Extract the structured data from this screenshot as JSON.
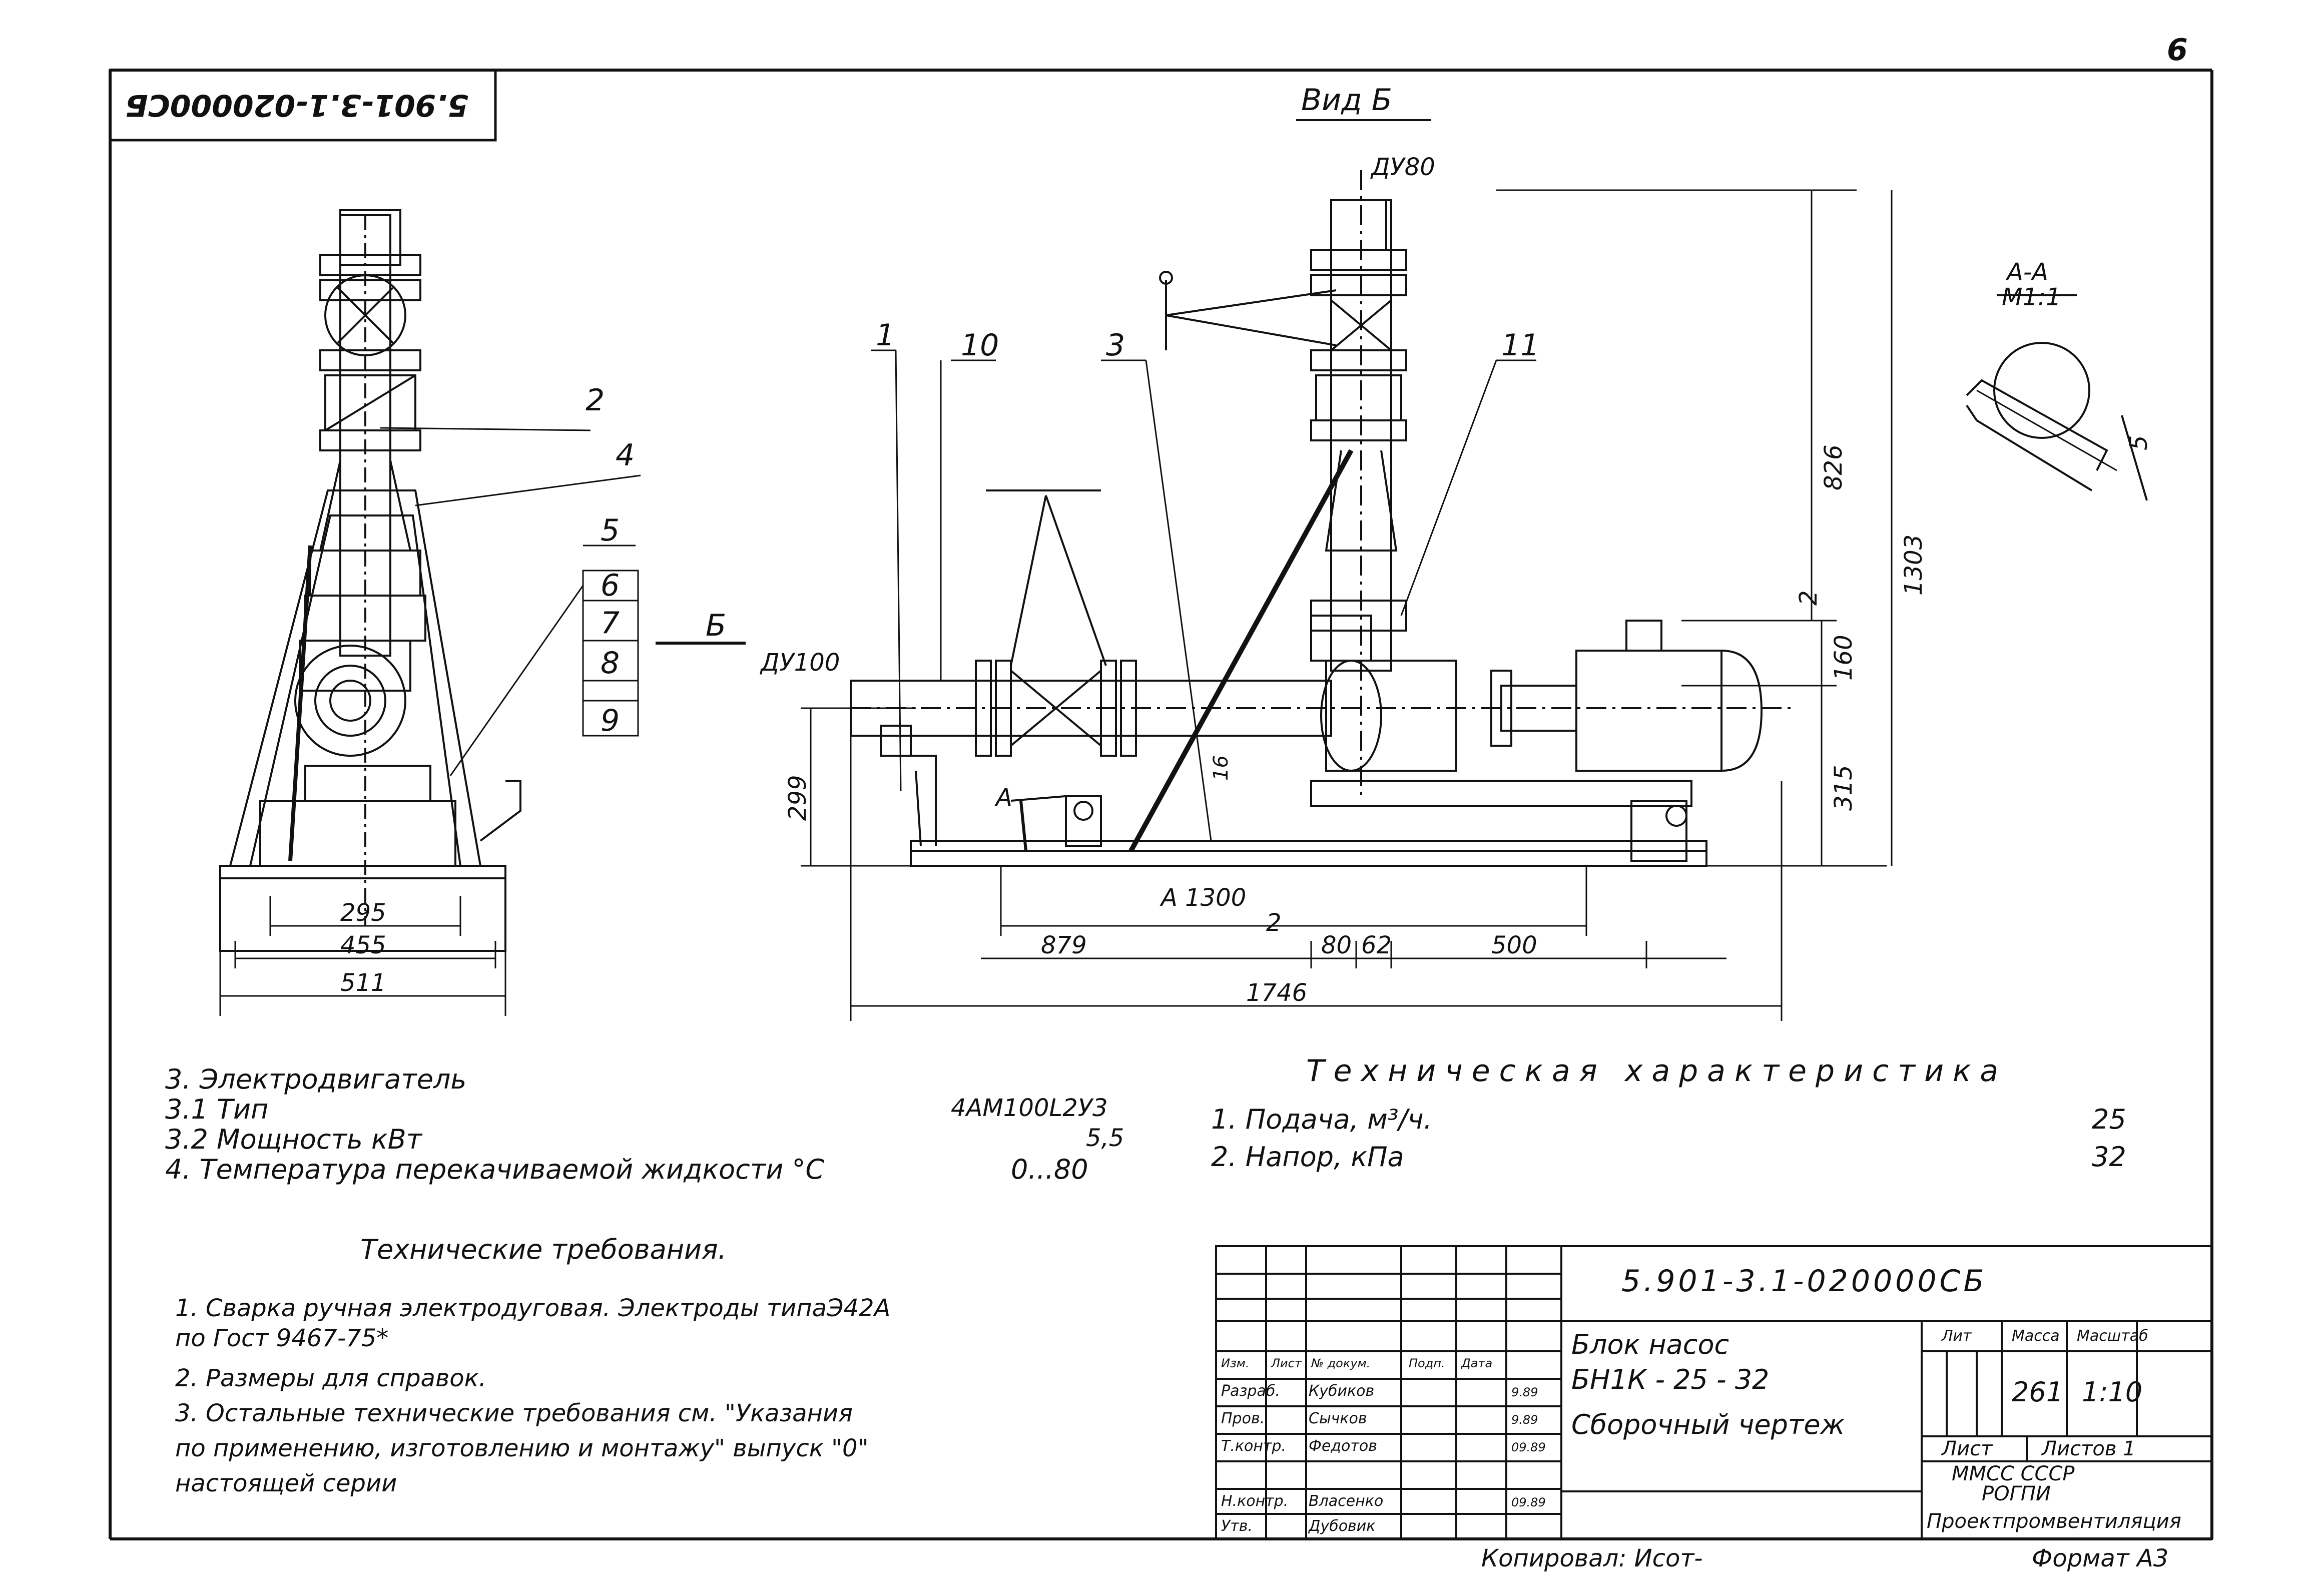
{
  "sheet": {
    "page_number": "6",
    "code_rotated": "5.901-3.1-020000СБ",
    "view_label": "Вид Б"
  },
  "side_view": {
    "callouts": [
      "2",
      "4",
      "5",
      "6",
      "7",
      "8",
      "9"
    ],
    "section_mark": "Б",
    "dims": {
      "d295": "295",
      "d455": "455",
      "d511": "511"
    }
  },
  "front_view": {
    "callouts": [
      "1",
      "10",
      "3",
      "11"
    ],
    "nozzles": {
      "outlet": "ДУ80",
      "inlet": "ДУ100"
    },
    "section_mark": "А",
    "section_label": "А 1300",
    "dims": {
      "d826": "826",
      "d1303": "1303",
      "d160": "160",
      "d315": "315",
      "d299": "299",
      "d16": "16",
      "d879": "879",
      "d80": "80",
      "d62": "62",
      "d500": "500",
      "d1746": "1746",
      "d2a": "2",
      "d2b": "2"
    }
  },
  "section_detail": {
    "title": "А-А",
    "scale": "М1:1",
    "weld": "5"
  },
  "spec_list": {
    "lines": [
      {
        "label": "3. Электродвигатель",
        "value": ""
      },
      {
        "label": "3.1  Тип",
        "value": "4АМ100L2У3"
      },
      {
        "label": "3.2  Мощность кВт",
        "value": "5,5"
      },
      {
        "label": "4. Температура перекачиваемой жидкости °С",
        "value": "0...80"
      }
    ]
  },
  "tech_characteristic": {
    "title": "Техническая характеристика",
    "rows": [
      {
        "label": "1. Подача, м³/ч.",
        "value": "25"
      },
      {
        "label": "2. Напор, кПа",
        "value": "32"
      }
    ]
  },
  "tech_requirements": {
    "title": "Технические требования.",
    "lines": [
      "1.  Сварка ручная электродуговая. Электроды типаЭ42А",
      "     по Гост 9467-75*",
      "2.  Размеры для справок.",
      "3.  Остальные технические требования см. \"Указания",
      "     по применению, изготовлению и монтажу\" выпуск \"0\"",
      "     настоящей серии"
    ]
  },
  "title_block": {
    "doc_code": "5.901-3.1-020000СБ",
    "name_lines": [
      "Блок насос",
      "БН1К - 25 - 32"
    ],
    "doc_type": "Сборочный чертеж",
    "col_headers": {
      "lit": "Лит",
      "mass": "Масса",
      "scale": "Масштаб"
    },
    "mass": "261",
    "scale": "1:10",
    "sheet": "Лист",
    "sheets": "Листов 1",
    "org_lines": [
      "ММСС СССР",
      "РОГПИ",
      "Проектпромвентиляция"
    ],
    "header_row": [
      "Изм.",
      "Лист",
      "№ докум.",
      "Подп.",
      "Дата"
    ],
    "signers": [
      {
        "role": "Разраб.",
        "name": "Кубиков",
        "date": "9.89"
      },
      {
        "role": "Пров.",
        "name": "Сычков",
        "date": "9.89"
      },
      {
        "role": "Т.контр.",
        "name": "Федотов",
        "date": "09.89"
      },
      {
        "role": "Н.контр.",
        "name": "Власенко",
        "date": "09.89"
      },
      {
        "role": "Утв.",
        "name": "Дубовик",
        "date": ""
      }
    ]
  },
  "footer": {
    "copied_by": "Копировал: Исот-",
    "format": "Формат А3"
  }
}
